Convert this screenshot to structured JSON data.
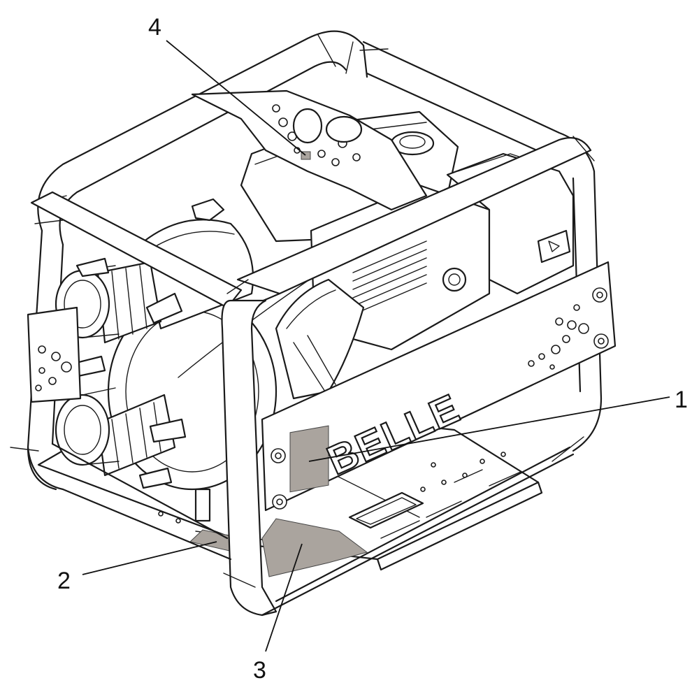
{
  "brand": {
    "logo_text": "BELLE"
  },
  "callouts": [
    {
      "id": "1",
      "label": "1"
    },
    {
      "id": "2",
      "label": "2"
    },
    {
      "id": "3",
      "label": "3"
    },
    {
      "id": "4",
      "label": "4"
    }
  ],
  "colors": {
    "line": "#1a1a1a",
    "decal": "#aaa49e",
    "background": "#ffffff"
  }
}
